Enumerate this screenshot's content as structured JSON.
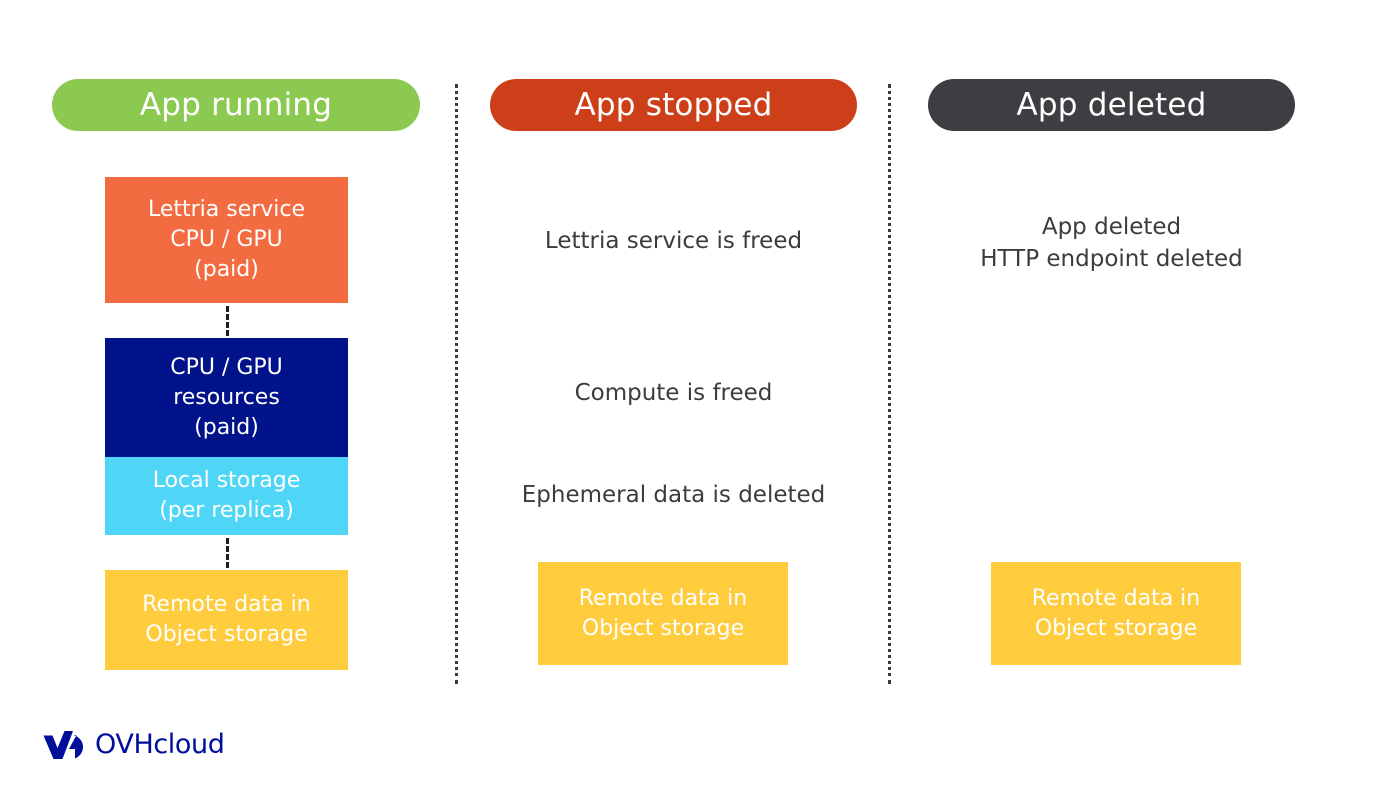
{
  "columns": [
    {
      "id": "app-running",
      "header": "App running",
      "header_color": "#8CC950",
      "blocks": [
        {
          "id": "lettria-service",
          "color": "#F26B41",
          "lines": [
            "Lettria service",
            "CPU / GPU",
            "(paid)"
          ]
        },
        {
          "id": "cpu-gpu-resources",
          "color": "#00138A",
          "lines": [
            "CPU / GPU",
            "resources",
            "(paid)"
          ]
        },
        {
          "id": "local-storage",
          "color": "#4FD6F7",
          "lines": [
            "Local storage",
            "(per replica)"
          ]
        },
        {
          "id": "remote-object-storage",
          "color": "#FFCC3E",
          "lines": [
            "Remote data in",
            "Object storage"
          ]
        }
      ]
    },
    {
      "id": "app-stopped",
      "header": "App stopped",
      "header_color": "#CC3F19",
      "notes": [
        "Lettria service is freed",
        "Compute is freed",
        "Ephemeral data is deleted"
      ],
      "blocks": [
        {
          "id": "remote-object-storage",
          "color": "#FFCC3E",
          "lines": [
            "Remote data in",
            "Object storage"
          ]
        }
      ]
    },
    {
      "id": "app-deleted",
      "header": "App deleted",
      "header_color": "#3E3E42",
      "notes_multiline": [
        "App deleted",
        "HTTP endpoint deleted"
      ],
      "blocks": [
        {
          "id": "remote-object-storage",
          "color": "#FFCC3E",
          "lines": [
            "Remote data in",
            "Object storage"
          ]
        }
      ]
    }
  ],
  "brand": {
    "name": "OVHcloud",
    "color": "#000E9C"
  },
  "theme": {
    "background": "#FFFFFF",
    "text": "#3C3C3C",
    "separator": "#3A3A3A",
    "connector": "#1C1C1C"
  }
}
